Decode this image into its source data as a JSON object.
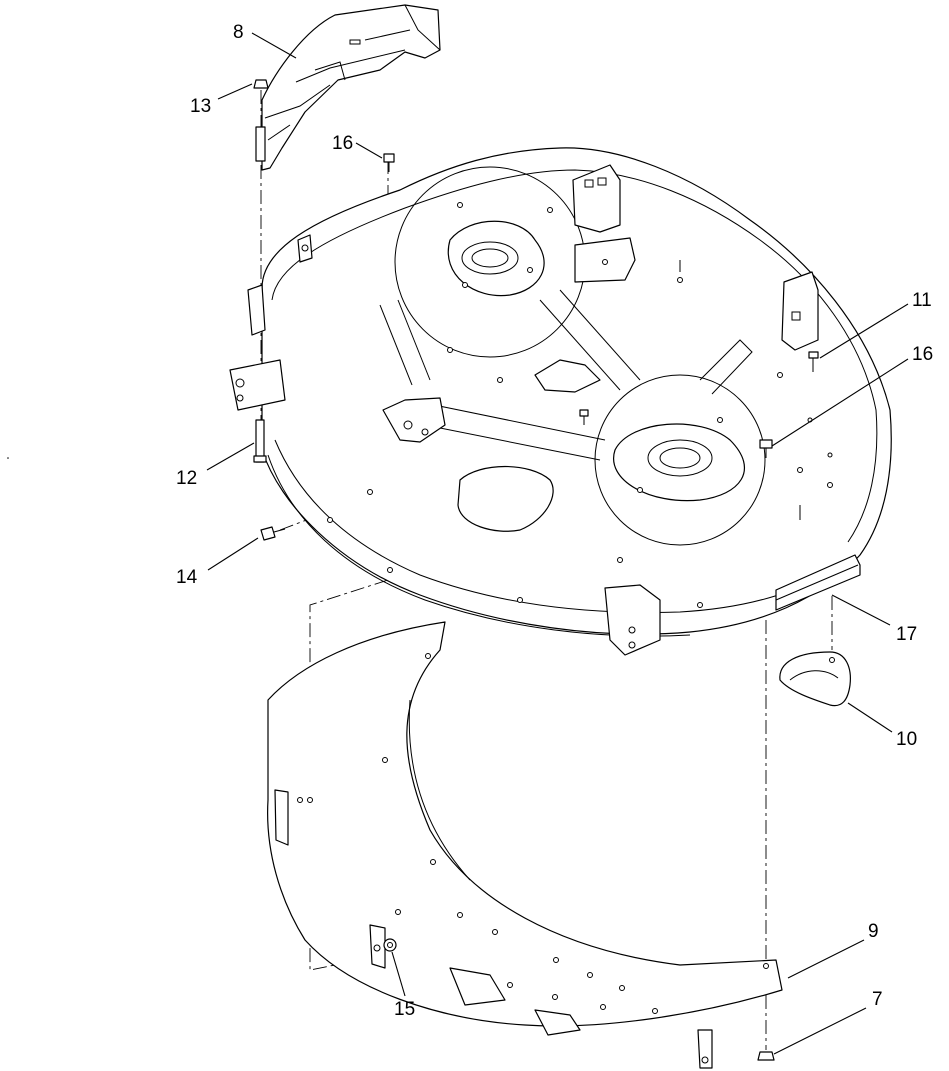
{
  "callouts": [
    {
      "id": "c8",
      "label": "8"
    },
    {
      "id": "c13",
      "label": "13"
    },
    {
      "id": "c16a",
      "label": "16"
    },
    {
      "id": "c11",
      "label": "11"
    },
    {
      "id": "c16b",
      "label": "16"
    },
    {
      "id": "c12",
      "label": "12"
    },
    {
      "id": "c14",
      "label": "14"
    },
    {
      "id": "c17",
      "label": "17"
    },
    {
      "id": "c10",
      "label": "10"
    },
    {
      "id": "c9",
      "label": "9"
    },
    {
      "id": "c15",
      "label": "15"
    },
    {
      "id": "c7",
      "label": "7"
    }
  ]
}
